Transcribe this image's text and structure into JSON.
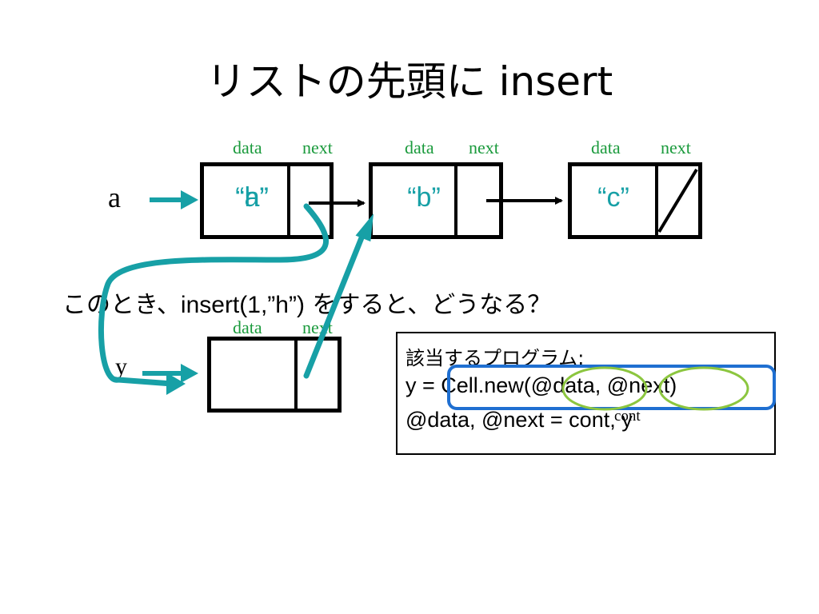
{
  "title": "リストの先頭に insert",
  "labels": {
    "data": "data",
    "next": "next"
  },
  "cells": [
    {
      "value": "“a”",
      "overwritten": "“h”"
    },
    {
      "value": "“b”"
    },
    {
      "value": "“c”"
    }
  ],
  "var_a": "a",
  "var_y": "y",
  "question": {
    "prefix": "このとき、",
    "code": "insert(1,”h”)",
    "suffix": " をすると、どうなる？"
  },
  "program": {
    "heading": "該当するプログラム:",
    "line1": "y = Cell.new(@data, @next)",
    "line2": "@data, @next = cont, y",
    "annotation": "cont"
  },
  "colors": {
    "teal": "#17a0a6",
    "label_green": "#1a9a3c",
    "highlight_blue": "#1f6fd1",
    "circle_green": "#8cc63f"
  }
}
